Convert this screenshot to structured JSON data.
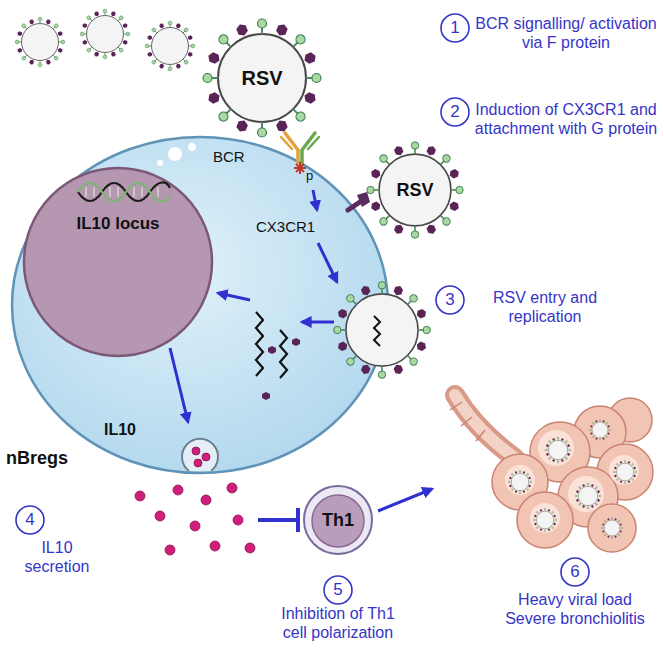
{
  "diagram": {
    "nodes": [
      {
        "text": [
          "RSV"
        ]
      },
      {
        "text": [
          "RSV"
        ]
      },
      {
        "text": [
          "nBregs"
        ]
      },
      {
        "text": [
          "IL10 locus"
        ],
        "in": 2
      },
      {
        "text": [
          "Th1"
        ]
      }
    ],
    "labels": [
      "1",
      "BCR signalling/ activation via F protein",
      "2",
      "Induction of CX3CR1 and attachment with G protein",
      "BCR",
      "p",
      "CX3CR1",
      "3",
      "RSV entry and replication",
      "IL10",
      "4",
      "IL10 secretion",
      "5",
      "Inhibition of Th1 cell polarization",
      "6",
      "Heavy viral load Severe bronchiolitis"
    ]
  }
}
